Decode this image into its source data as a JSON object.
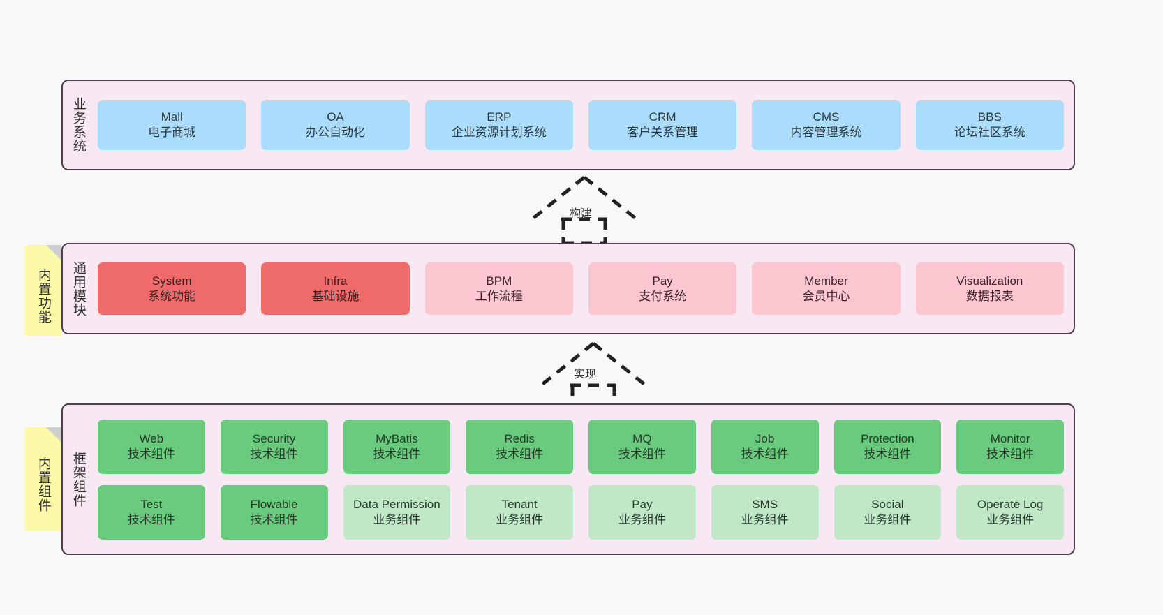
{
  "diagram": {
    "background_color": "#f8f8f8",
    "layer_fill": "#f8e8f3",
    "layer_border": "#4d3f4a",
    "note_color": "#fbf8a8"
  },
  "layers": {
    "business": {
      "title": "业务系统",
      "card_color": "#aadcfb",
      "cards": [
        {
          "en": "Mall",
          "cn": "电子商城"
        },
        {
          "en": "OA",
          "cn": "办公自动化"
        },
        {
          "en": "ERP",
          "cn": "企业资源计划系统"
        },
        {
          "en": "CRM",
          "cn": "客户关系管理"
        },
        {
          "en": "CMS",
          "cn": "内容管理系统"
        },
        {
          "en": "BBS",
          "cn": "论坛社区系统"
        }
      ]
    },
    "modules": {
      "title": "通用模块",
      "note": "内置功能",
      "card_color_strong": "#ef6a6a",
      "card_color_soft": "#fbc6d0",
      "cards": [
        {
          "en": "System",
          "cn": "系统功能",
          "style": "strong"
        },
        {
          "en": "Infra",
          "cn": "基础设施",
          "style": "strong"
        },
        {
          "en": "BPM",
          "cn": "工作流程",
          "style": "soft"
        },
        {
          "en": "Pay",
          "cn": "支付系统",
          "style": "soft"
        },
        {
          "en": "Member",
          "cn": "会员中心",
          "style": "soft"
        },
        {
          "en": "Visualization",
          "cn": "数据报表",
          "style": "soft"
        }
      ]
    },
    "framework": {
      "title": "框架组件",
      "note": "内置组件",
      "card_color_strong": "#6acb7f",
      "card_color_soft": "#c0e8c7",
      "row1": [
        {
          "en": "Web",
          "cn": "技术组件",
          "style": "strong"
        },
        {
          "en": "Security",
          "cn": "技术组件",
          "style": "strong"
        },
        {
          "en": "MyBatis",
          "cn": "技术组件",
          "style": "strong"
        },
        {
          "en": "Redis",
          "cn": "技术组件",
          "style": "strong"
        },
        {
          "en": "MQ",
          "cn": "技术组件",
          "style": "strong"
        },
        {
          "en": "Job",
          "cn": "技术组件",
          "style": "strong"
        },
        {
          "en": "Protection",
          "cn": "技术组件",
          "style": "strong"
        },
        {
          "en": "Monitor",
          "cn": "技术组件",
          "style": "strong"
        }
      ],
      "row2": [
        {
          "en": "Test",
          "cn": "技术组件",
          "style": "strong"
        },
        {
          "en": "Flowable",
          "cn": "技术组件",
          "style": "strong"
        },
        {
          "en": "Data Permission",
          "cn": "业务组件",
          "style": "soft"
        },
        {
          "en": "Tenant",
          "cn": "业务组件",
          "style": "soft"
        },
        {
          "en": "Pay",
          "cn": "业务组件",
          "style": "soft"
        },
        {
          "en": "SMS",
          "cn": "业务组件",
          "style": "soft"
        },
        {
          "en": "Social",
          "cn": "业务组件",
          "style": "soft"
        },
        {
          "en": "Operate Log",
          "cn": "业务组件",
          "style": "soft"
        }
      ]
    }
  },
  "connectors": [
    {
      "id": "build",
      "label": "构建",
      "from": "modules",
      "to": "business",
      "style": "dashed-hollow-arrow-up"
    },
    {
      "id": "impl",
      "label": "实现",
      "from": "framework",
      "to": "modules",
      "style": "dashed-hollow-arrow-up"
    }
  ]
}
